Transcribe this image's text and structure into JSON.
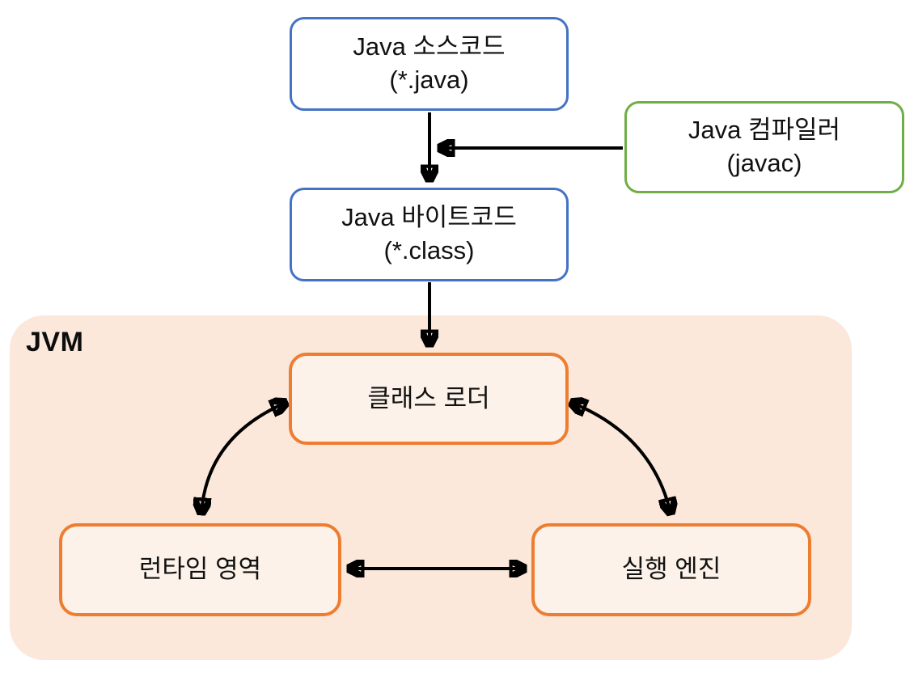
{
  "colors": {
    "blue": "#4472C4",
    "green": "#70AD47",
    "orange": "#ED7D31",
    "jvm_bg": "#FBE8DA",
    "node_fill": "#FCF2E9",
    "arrow": "#000000"
  },
  "jvm": {
    "label": "JVM"
  },
  "nodes": {
    "source": {
      "line1": "Java 소스코드",
      "line2": "(*.java)"
    },
    "compiler": {
      "line1": "Java 컴파일러",
      "line2": "(javac)"
    },
    "bytecode": {
      "line1": "Java 바이트코드",
      "line2": "(*.class)"
    },
    "class_loader": {
      "label": "클래스 로더"
    },
    "runtime_area": {
      "label": "런타임 영역"
    },
    "execution_engine": {
      "label": "실행 엔진"
    }
  },
  "edges": [
    {
      "from": "Java 소스코드 (*.java)",
      "to": "Java 바이트코드 (*.class)",
      "style": "single-arrow-down"
    },
    {
      "from": "Java 컴파일러 (javac)",
      "to": "source-to-bytecode flow",
      "style": "single-arrow-left"
    },
    {
      "from": "Java 바이트코드 (*.class)",
      "to": "클래스 로더",
      "style": "single-arrow-down"
    },
    {
      "from": "클래스 로더",
      "to": "런타임 영역",
      "style": "double-arrow-curved"
    },
    {
      "from": "클래스 로더",
      "to": "실행 엔진",
      "style": "double-arrow-curved"
    },
    {
      "from": "런타임 영역",
      "to": "실행 엔진",
      "style": "double-arrow-horizontal"
    }
  ]
}
